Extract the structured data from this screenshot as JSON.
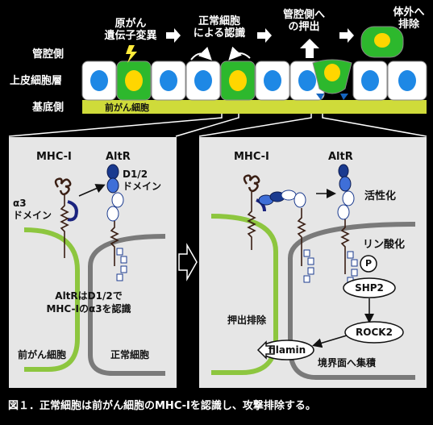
{
  "top": {
    "steps": [
      "原がん\n遺伝子変異",
      "正常細胞\nによる認識",
      "管腔側へ\nの押出",
      "体外へ\n排除"
    ],
    "layer_labels": {
      "lumen": "管腔側",
      "epithelium": "上皮細胞層",
      "basal": "基底側"
    },
    "precancer_label": "前がん細胞"
  },
  "left_panel": {
    "mhc_label": "MHC-I",
    "altr_label": "AltR",
    "alpha3_label": "α3\nドメイン",
    "d12_label": "D1/2\nドメイン",
    "recognition_text": "AltRはD1/2で\nMHC-Iのα3を認識",
    "precancer_cell": "前がん細胞",
    "normal_cell": "正常細胞"
  },
  "right_panel": {
    "mhc_label": "MHC-I",
    "altr_label": "AltR",
    "activation": "活性化",
    "phosphorylation": "リン酸化",
    "p_label": "P",
    "shp2": "SHP2",
    "rock2": "ROCK2",
    "filamin": "filamin",
    "extrusion": "押出排除",
    "accumulate": "境界面へ集積"
  },
  "caption": "図１．正常細胞は前がん細胞のMHC-Iを認識し、攻撃排除する。",
  "colors": {
    "green": "#2db82d",
    "blue": "#1565c0",
    "basal": "#cfdb3a",
    "panel": "#e6e6e6",
    "lime": "#8dc63f",
    "gray": "#7a7a7a"
  }
}
